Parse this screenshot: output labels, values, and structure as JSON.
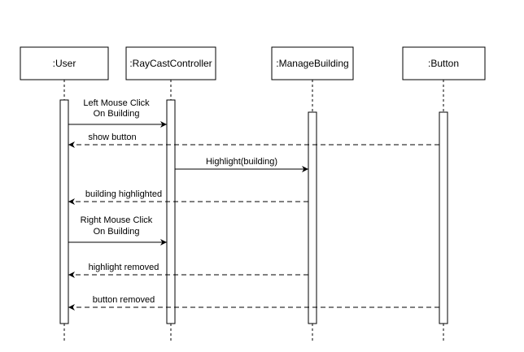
{
  "diagram": {
    "type": "sequence",
    "participants": [
      {
        "id": "user",
        "label": ":User"
      },
      {
        "id": "raycast",
        "label": ":RayCastController"
      },
      {
        "id": "manage",
        "label": ":ManageBuilding"
      },
      {
        "id": "button",
        "label": ":Button"
      }
    ],
    "messages": [
      {
        "from": "user",
        "to": "raycast",
        "kind": "sync",
        "lines": [
          "Left Mouse Click",
          "On Building"
        ]
      },
      {
        "from": "button",
        "to": "user",
        "kind": "return",
        "lines": [
          "show button"
        ]
      },
      {
        "from": "raycast",
        "to": "manage",
        "kind": "sync",
        "lines": [
          "Highlight(building)"
        ]
      },
      {
        "from": "manage",
        "to": "user",
        "kind": "return",
        "lines": [
          "building highlighted"
        ]
      },
      {
        "from": "user",
        "to": "raycast",
        "kind": "sync",
        "lines": [
          "Right Mouse Click",
          "On Building"
        ]
      },
      {
        "from": "manage",
        "to": "user",
        "kind": "return",
        "lines": [
          "highlight removed"
        ]
      },
      {
        "from": "button",
        "to": "user",
        "kind": "return",
        "lines": [
          "button removed"
        ]
      }
    ]
  }
}
